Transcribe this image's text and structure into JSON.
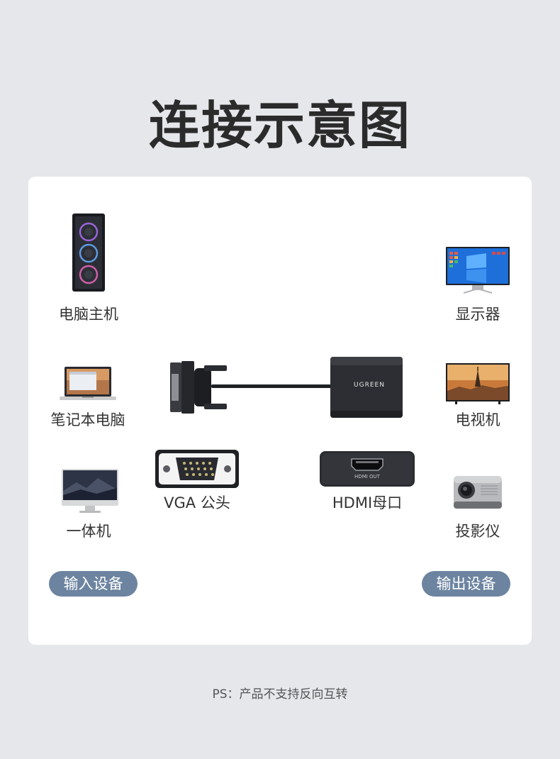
{
  "title": "连接示意图",
  "inputs": {
    "desktop_label": "电脑主机",
    "laptop_label": "笔记本电脑",
    "aio_label": "一体机",
    "badge": "输入设备"
  },
  "outputs": {
    "monitor_label": "显示器",
    "tv_label": "电视机",
    "projector_label": "投影仪",
    "badge": "输出设备"
  },
  "adapter": {
    "vga_label": "VGA 公头",
    "hdmi_label": "HDMI母口",
    "brand": "UGREEN",
    "port_text": "HDMI OUT"
  },
  "note": "PS：产品不支持反向互转",
  "colors": {
    "page_bg": "#e6e7eb",
    "card_bg": "#ffffff",
    "accent": "#6c84a0",
    "line": "#8aa0b8"
  }
}
